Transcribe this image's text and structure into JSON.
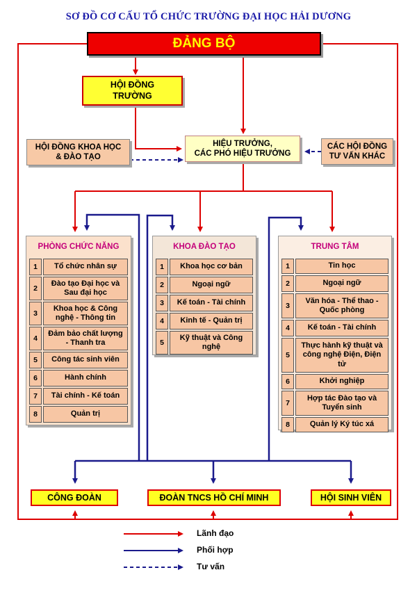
{
  "title": "SƠ ĐỒ CƠ CẤU TỔ CHỨC TRƯỜNG ĐẠI HỌC HẢI DƯƠNG",
  "top": {
    "dang_bo": "ĐẢNG BỘ"
  },
  "council": {
    "line1": "HỘI ĐỒNG",
    "line2": "TRƯỜNG"
  },
  "science_council": {
    "line1": "HỘI ĐỒNG KHOA HỌC",
    "line2": "& ĐÀO TẠO"
  },
  "rector": {
    "line1": "HIỆU TRƯỞNG,",
    "line2": "CÁC PHÓ HIỆU TRƯỞNG"
  },
  "advisory": {
    "line1": "CÁC HỘI ĐỒNG",
    "line2": "TƯ VẤN KHÁC"
  },
  "functional": {
    "header": "PHÒNG CHỨC NĂNG",
    "items": [
      {
        "no": "1",
        "label": "Tổ chức nhân sự"
      },
      {
        "no": "2",
        "label": "Đào tạo Đại học và Sau đại học"
      },
      {
        "no": "3",
        "label": "Khoa học & Công nghệ - Thông tin"
      },
      {
        "no": "4",
        "label": "Đảm bảo chất lượng - Thanh tra"
      },
      {
        "no": "5",
        "label": "Công tác sinh viên"
      },
      {
        "no": "6",
        "label": "Hành chính"
      },
      {
        "no": "7",
        "label": "Tài chính - Kế toán"
      },
      {
        "no": "8",
        "label": "Quản trị"
      }
    ]
  },
  "faculties": {
    "header": "KHOA ĐÀO TẠO",
    "items": [
      {
        "no": "1",
        "label": "Khoa học cơ bản"
      },
      {
        "no": "2",
        "label": "Ngoại ngữ"
      },
      {
        "no": "3",
        "label": "Kế toán - Tài chính"
      },
      {
        "no": "4",
        "label": "Kinh tế - Quản trị"
      },
      {
        "no": "5",
        "label": "Kỹ thuật và Công nghệ"
      }
    ]
  },
  "centers": {
    "header": "TRUNG TÂM",
    "items": [
      {
        "no": "1",
        "label": "Tin học"
      },
      {
        "no": "2",
        "label": "Ngoại ngữ"
      },
      {
        "no": "3",
        "label": "Văn hóa - Thể thao - Quốc phòng"
      },
      {
        "no": "4",
        "label": "Kế toán - Tài chính"
      },
      {
        "no": "5",
        "label": "Thực hành kỹ thuật và công nghệ Điện, Điện tử"
      },
      {
        "no": "6",
        "label": "Khởi nghiệp"
      },
      {
        "no": "7",
        "label": "Hợp tác Đào tạo và Tuyển sinh"
      },
      {
        "no": "8",
        "label": "Quản lý Ký túc xá"
      }
    ]
  },
  "orgs": {
    "union": "CÔNG ĐOÀN",
    "youth": "ĐOÀN TNCS HỒ CHÍ MINH",
    "students": "HỘI SINH VIÊN"
  },
  "legend": {
    "lead": "Lãnh đạo",
    "coordinate": "Phối hợp",
    "advise": "Tư vấn"
  },
  "colors": {
    "lead": "#dd0000",
    "coordinate": "#1a1a8c",
    "accent_header": "#c4007a"
  }
}
